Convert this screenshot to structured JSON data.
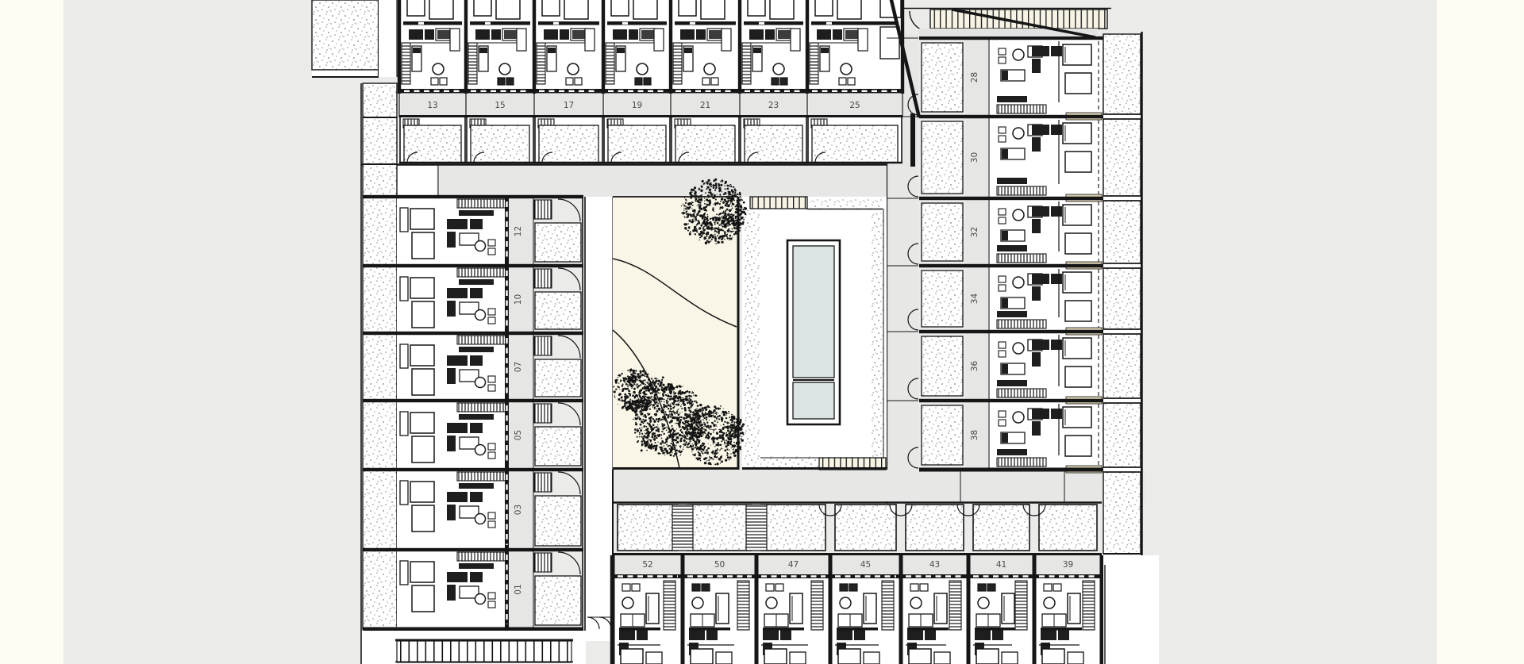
{
  "drawing": {
    "title": "residential-site-plan",
    "palette": {
      "page_cream": "#fffdf2",
      "mat_gray": "#ebecea",
      "corridor_gray": "#e7e8e6",
      "label_gray": "#e6e7e5",
      "paper_white": "#ffffff",
      "garden_cream": "#f9f6e7",
      "pool_water": "#dce4e3",
      "ink": "#161616",
      "number_gray": "#4a4a4a",
      "tan_bar": "#d8cdb0"
    },
    "unit_rows": {
      "top": {
        "units": [
          "13",
          "15",
          "17",
          "19",
          "21",
          "23",
          "25"
        ]
      },
      "left": {
        "units": [
          "12",
          "10",
          "07",
          "05",
          "03",
          "01"
        ]
      },
      "right": {
        "units": [
          "28",
          "30",
          "32",
          "34",
          "36",
          "38"
        ]
      },
      "bottom": {
        "units": [
          "52",
          "50",
          "47",
          "45",
          "43",
          "41",
          "39"
        ]
      }
    },
    "features": [
      "garden-courtyard",
      "trees",
      "swimming-pool",
      "pool-deck",
      "parking-stalls",
      "walkway-corridors",
      "terraces",
      "stairs"
    ]
  }
}
